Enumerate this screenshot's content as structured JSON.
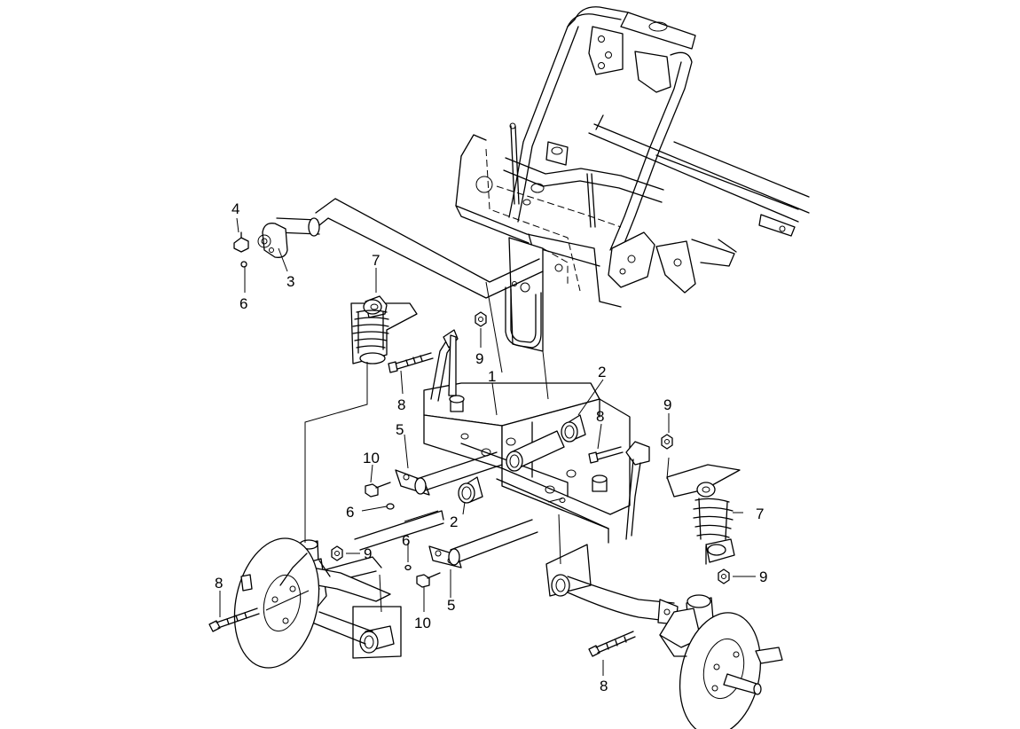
{
  "callouts": [
    {
      "id": "c1",
      "text": "1"
    },
    {
      "id": "c2a",
      "text": "2"
    },
    {
      "id": "c2b",
      "text": "2"
    },
    {
      "id": "c3",
      "text": "3"
    },
    {
      "id": "c4",
      "text": "4"
    },
    {
      "id": "c5a",
      "text": "5"
    },
    {
      "id": "c5b",
      "text": "5"
    },
    {
      "id": "c6a",
      "text": "6"
    },
    {
      "id": "c6b",
      "text": "6"
    },
    {
      "id": "c6c",
      "text": "6"
    },
    {
      "id": "c7a",
      "text": "7"
    },
    {
      "id": "c7b",
      "text": "7"
    },
    {
      "id": "c8a",
      "text": "8"
    },
    {
      "id": "c8b",
      "text": "8"
    },
    {
      "id": "c8c",
      "text": "8"
    },
    {
      "id": "c8d",
      "text": "8"
    },
    {
      "id": "c9a",
      "text": "9"
    },
    {
      "id": "c9b",
      "text": "9"
    },
    {
      "id": "c9c",
      "text": "9"
    },
    {
      "id": "c9d",
      "text": "9"
    },
    {
      "id": "c10a",
      "text": "10"
    },
    {
      "id": "c10b",
      "text": "10"
    }
  ]
}
